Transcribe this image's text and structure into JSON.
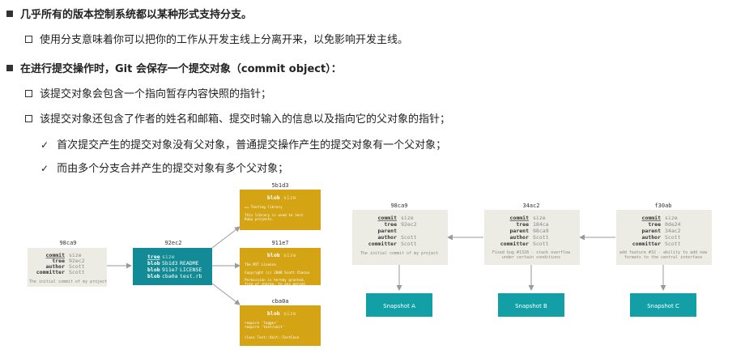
{
  "bullets": {
    "b1": "几乎所有的版本控制系统都以某种形式支持分支。",
    "b1_1": "使用分支意味着你可以把你的工作从开发主线上分离开来，以免影响开发主线。",
    "b2": "在进行提交操作时，Git 会保存一个提交对象（commit object）：",
    "b2_1": "该提交对象会包含一个指向暂存内容快照的指针；",
    "b2_2": "该提交对象还包含了作者的姓名和邮箱、提交时输入的信息以及指向它的父对象的指针；",
    "b2_2_1": "首次提交产生的提交对象没有父对象，普通提交操作产生的提交对象有一个父对象；",
    "b2_2_2": "而由多个分支合并产生的提交对象有多个父对象；"
  },
  "left_diagram": {
    "commit": {
      "hash": "98ca9",
      "rows": [
        [
          "commit",
          "size"
        ],
        [
          "tree",
          "92ec2"
        ],
        [
          "author",
          "Scott"
        ],
        [
          "committer",
          "Scott"
        ]
      ],
      "message": "The initial commit of my project"
    },
    "tree": {
      "hash": "92ec2",
      "rows": [
        [
          "tree",
          "size"
        ],
        [
          "blob",
          "5b1d3",
          "README"
        ],
        [
          "blob",
          "911e7",
          "LICENSE"
        ],
        [
          "blob",
          "cba0a",
          "test.rb"
        ]
      ]
    },
    "blobs": [
      {
        "hash": "5b1d3",
        "header": [
          "blob",
          "size"
        ],
        "lines": [
          "== Testing library",
          "",
          "This library is used to test",
          "Ruby projects."
        ]
      },
      {
        "hash": "911e7",
        "header": [
          "blob",
          "size"
        ],
        "lines": [
          "The MIT License",
          "",
          "Copyright (c) 2008 Scott Chacon",
          "",
          "Permission is hereby granted,",
          "free of charge, to any person"
        ]
      },
      {
        "hash": "cba0a",
        "header": [
          "blob",
          "size"
        ],
        "lines": [
          "require 'logger'",
          "require 'test/unit'",
          "",
          "class Test::Unit::TestCase"
        ]
      }
    ]
  },
  "right_diagram": {
    "commits": [
      {
        "hash": "98ca9",
        "rows": [
          [
            "commit",
            "size"
          ],
          [
            "tree",
            "92ec2"
          ],
          [
            "parent",
            ""
          ],
          [
            "author",
            "Scott"
          ],
          [
            "committer",
            "Scott"
          ]
        ],
        "message": [
          "The initial commit of my project"
        ],
        "snapshot": "Snapshot A"
      },
      {
        "hash": "34ac2",
        "rows": [
          [
            "commit",
            "size"
          ],
          [
            "tree",
            "184ca"
          ],
          [
            "parent",
            "98ca9"
          ],
          [
            "author",
            "Scott"
          ],
          [
            "committer",
            "Scott"
          ]
        ],
        "message": [
          "Fixed bug #1328 - stack overflow",
          "under certain conditions"
        ],
        "snapshot": "Snapshot B"
      },
      {
        "hash": "f30ab",
        "rows": [
          [
            "commit",
            "size"
          ],
          [
            "tree",
            "0de24"
          ],
          [
            "parent",
            "34ac2"
          ],
          [
            "author",
            "Scott"
          ],
          [
            "committer",
            "Scott"
          ]
        ],
        "message": [
          "add feature #32 - ability to add new",
          "formats to the central interface"
        ],
        "snapshot": "Snapshot C"
      }
    ]
  },
  "colors": {
    "commit_bg": "#ecebe4",
    "tree_bg": "#138b96",
    "blob_bg": "#d4a414",
    "snapshot_bg": "#12a0a6",
    "arrow": "#9a9a9a",
    "text_dark": "#333333",
    "text_gray": "#888888"
  }
}
